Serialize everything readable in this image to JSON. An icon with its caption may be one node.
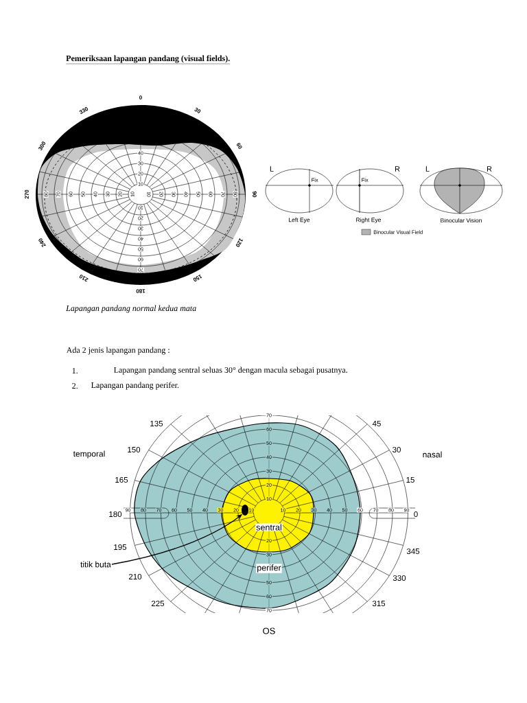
{
  "diagram": {
    "title": "Pemeriksaan lapangan pandang (visual fields).",
    "caption": "Lapangan pandang normal kedua mata",
    "nodes": [
      {
        "text": [
          "titik buta"
        ]
      },
      {
        "text": [],
        "shape": "circle"
      }
    ],
    "edges": [
      {
        "from": 0,
        "to": 1,
        "arrow": "to"
      }
    ],
    "labels": [
      "0",
      "30",
      "60",
      "90",
      "120",
      "150",
      "180",
      "210",
      "240",
      "270",
      "300",
      "330",
      "40",
      "30",
      "20",
      "10",
      "80",
      "70",
      "60",
      "50",
      "40",
      "30",
      "20",
      "10",
      "10",
      "20",
      "30",
      "40",
      "50",
      "60",
      "70",
      "80",
      "10",
      "20",
      "30",
      "40",
      "50",
      "60",
      "70",
      "L",
      "R",
      "L",
      "R",
      "Fix",
      "Fix",
      "Left Eye",
      "Right Eye",
      "Binocular Vision",
      "Ada 2 jenis lapangan pandang :",
      "1.",
      "Lapangan pandang sentral seluas 30° dengan macula sebagai pusatnya.",
      "2.",
      "Lapangan pandang perifer.",
      "135",
      "45",
      "temporal",
      "150",
      "30",
      "nasal",
      "165",
      "15",
      "70",
      "60",
      "50",
      "40",
      "30",
      "20",
      "10",
      "180",
      "90",
      "80",
      "70",
      "60",
      "50",
      "40",
      "30",
      "20",
      "10",
      "10",
      "20",
      "30",
      "40",
      "50",
      "60",
      "70",
      "80",
      "90",
      "0",
      "sentral",
      "195",
      "345",
      "20",
      "30",
      "perifer",
      "50",
      "60",
      "70",
      "210",
      "330",
      "225",
      "315",
      "OS"
    ],
    "legend": [
      {
        "text": "Binocular Visual Field",
        "color": "#b3b3b3"
      }
    ]
  }
}
